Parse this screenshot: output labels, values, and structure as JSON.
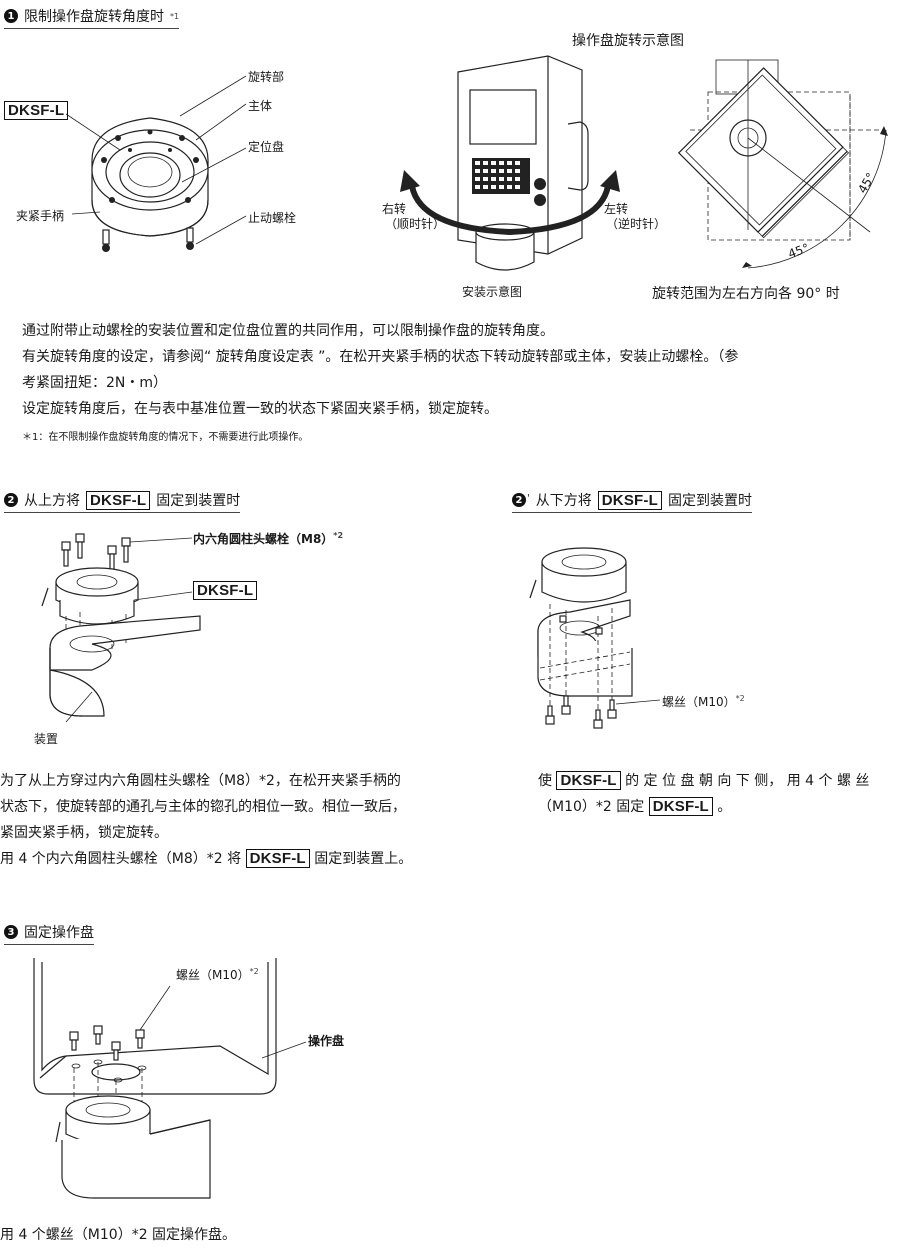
{
  "sec1": {
    "num": "1",
    "title": "限制操作盘旋转角度时",
    "sup": "*1",
    "labels": {
      "dksf": "DKSF-L",
      "rotate_part": "旋转部",
      "main_body": "主体",
      "positioning_disc": "定位盘",
      "clamp_handle": "夹紧手柄",
      "stop_bolt": "止动螺栓",
      "panel_rotation_diagram": "操作盘旋转示意图",
      "right_turn": "右转",
      "right_turn_sub": "（顺时针）",
      "left_turn": "左转",
      "left_turn_sub": "（逆时针）",
      "install_diagram": "安装示意图",
      "range_caption": "旋转范围为左右方向各 90° 时",
      "angle_1": "45°",
      "angle_2": "45°"
    },
    "paragraphs": [
      "通过附带止动螺栓的安装位置和定位盘位置的共同作用，可以限制操作盘的旋转角度。",
      "有关旋转角度的设定，请参阅“ 旋转角度设定表 ”。在松开夹紧手柄的状态下转动旋转部或主体，安装止动螺栓。（参",
      "考紧固扭矩：2N・m）",
      "设定旋转角度后，在与表中基准位置一致的状态下紧固夹紧手柄，锁定旋转。"
    ],
    "note": "＊1：在不限制操作盘旋转角度的情况下，不需要进行此项操作。"
  },
  "sec2": {
    "num": "2",
    "title_pre": "从上方将",
    "dksf": "DKSF-L",
    "title_post": "固定到装置时",
    "bolt_label": "内六角圆柱头螺栓（M8）",
    "bolt_sup": "*2",
    "dksf_label": "DKSF-L",
    "device_label": "装置",
    "para_lines": [
      "为了从上方穿过内六角圆柱头螺栓（M8）*2，在松开夹紧手柄的",
      "状态下，使旋转部的通孔与主体的锪孔的相位一致。相位一致后，",
      "紧固夹紧手柄，锁定旋转。"
    ],
    "para_last_pre": "用 4 个内六角圆柱头螺栓（M8）*2 将",
    "para_last_dksf": "DKSF-L",
    "para_last_post": "固定到装置上。"
  },
  "sec2b": {
    "num": "2",
    "prime": "'",
    "title_pre": "从下方将",
    "dksf": "DKSF-L",
    "title_post": "固定到装置时",
    "screw_label": "螺丝（M10）",
    "screw_sup": "*2",
    "para_pre": "使",
    "para_dksf": "DKSF-L",
    "para_mid": "的 定 位 盘 朝 向 下 侧， 用 4 个 螺 丝",
    "para2_pre": "（M10）*2 固定",
    "para2_dksf": "DKSF-L",
    "para2_post": "。"
  },
  "sec3": {
    "num": "3",
    "title": "固定操作盘",
    "screw_label": "螺丝（M10）",
    "screw_sup": "*2",
    "panel_label": "操作盘",
    "para": "用 4 个螺丝（M10）*2 固定操作盘。"
  }
}
